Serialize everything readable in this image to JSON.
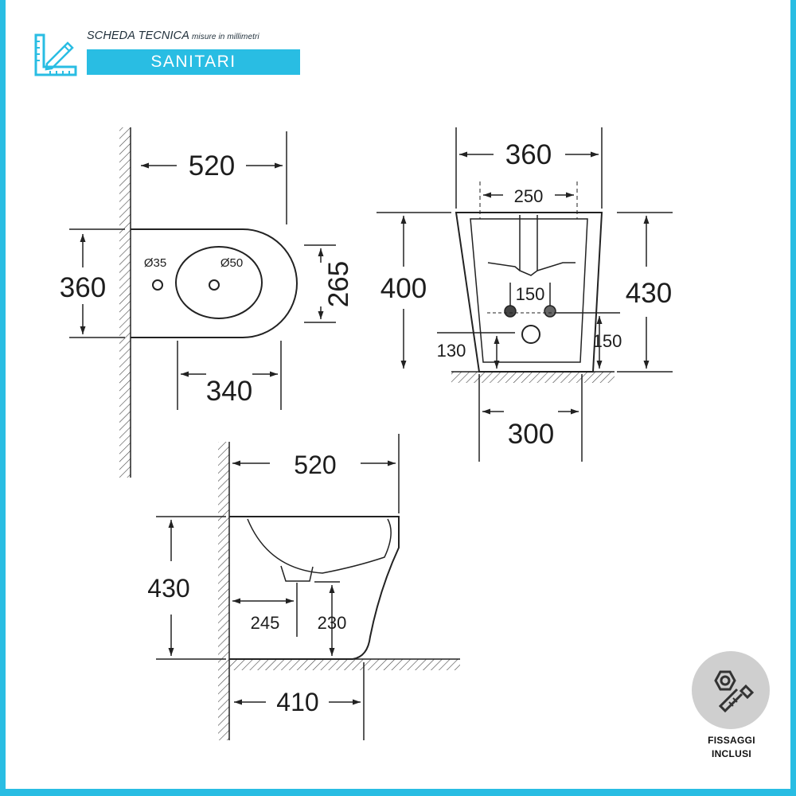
{
  "theme": {
    "accent": "#29bde3",
    "line": "#222222"
  },
  "header": {
    "icon": "ruler-pencil-icon",
    "title": "SCHEDA TECNICA",
    "subtitle": "misure in millimetri",
    "category": "SANITARI"
  },
  "top_view": {
    "width": "520",
    "depth": "360",
    "bowl_depth": "265",
    "bowl_width": "340",
    "hole_small": "Ø35",
    "hole_large": "Ø50"
  },
  "front_view": {
    "width": "360",
    "inner_width": "250",
    "height_left": "400",
    "height_right": "430",
    "hole_spacing": "150",
    "left_height": "130",
    "right_height": "150",
    "base_width": "300"
  },
  "side_view": {
    "depth": "520",
    "height": "430",
    "outlet_distance": "245",
    "outlet_height": "230",
    "base_depth": "410"
  },
  "badge": {
    "icon": "bolt-nut-icon",
    "line1": "FISSAGGI",
    "line2": "INCLUSI"
  }
}
